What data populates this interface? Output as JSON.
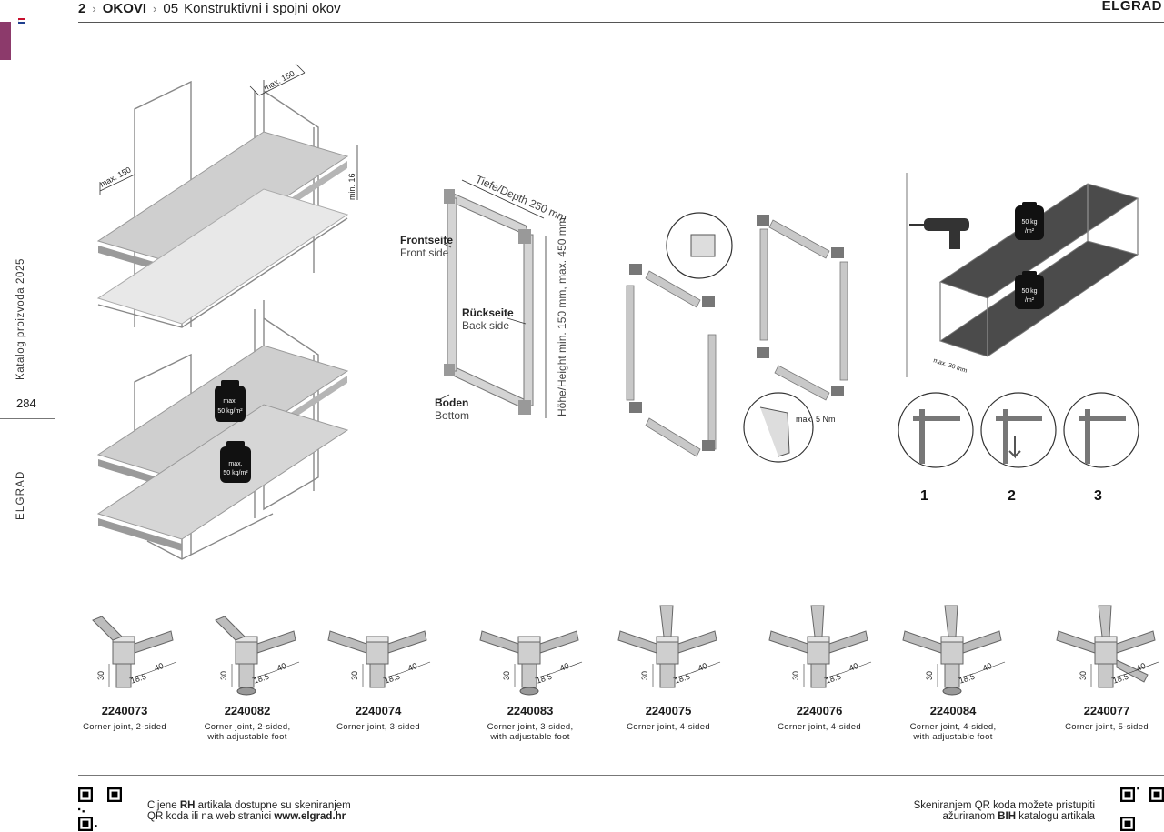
{
  "breadcrumb": {
    "page": "2",
    "section": "OKOVI",
    "sub_num": "05",
    "sub_title": "Konstruktivni i spojni okov"
  },
  "brand": "ELGRAD",
  "sidebar": {
    "catalog": "Katalog proizvoda 2025",
    "page_number": "284",
    "brand": "ELGRAD",
    "tab_color": "#8c3a6b"
  },
  "figures": {
    "shelf": {
      "dim_top": "max. 150",
      "dim_left": "max. 150",
      "dim_right": "min. 16",
      "load1": "max.",
      "load1b": "50 kg/m²",
      "load2": "max.",
      "load2b": "50 kg/m²"
    },
    "frame": {
      "depth": "Tiefe/Depth 250 mm",
      "height": "Höhe/Height min. 150 mm, max. 450 mm",
      "front_de": "Frontseite",
      "front_en": "Front side",
      "back_de": "Rückseite",
      "back_en": "Back side",
      "bottom_de": "Boden",
      "bottom_en": "Bottom"
    },
    "assembly": {
      "torque": "max. 5 Nm"
    },
    "table": {
      "load1": "50 kg",
      "load1b": "/m²",
      "load2": "50 kg",
      "load2b": "/m²",
      "dim": "max. 30 mm"
    },
    "steps": [
      "1",
      "2",
      "3"
    ]
  },
  "products": [
    {
      "code": "2240073",
      "desc": "Corner joint, 2-sided",
      "desc2": ""
    },
    {
      "code": "2240082",
      "desc": "Corner joint, 2-sided,",
      "desc2": "with adjustable foot"
    },
    {
      "code": "2240074",
      "desc": "Corner joint, 3-sided",
      "desc2": ""
    },
    {
      "code": "2240083",
      "desc": "Corner joint, 3-sided,",
      "desc2": "with adjustable foot"
    },
    {
      "code": "2240075",
      "desc": "Corner joint, 4-sided",
      "desc2": ""
    },
    {
      "code": "2240076",
      "desc": "Corner joint, 4-sided",
      "desc2": ""
    },
    {
      "code": "2240084",
      "desc": "Corner joint, 4-sided,",
      "desc2": "with adjustable foot"
    },
    {
      "code": "2240077",
      "desc": "Corner joint, 5-sided",
      "desc2": ""
    }
  ],
  "product_dims": {
    "a": "30",
    "b": "18.5",
    "c": "40"
  },
  "footer": {
    "left_1a": "Cijene ",
    "left_1b": "RH",
    "left_1c": " artikala dostupne su skeniranjem",
    "left_2a": "QR koda ili na web stranici ",
    "left_2b": "www.elgrad.hr",
    "right_1": "Skeniranjem QR koda možete pristupiti",
    "right_2a": "ažuriranom ",
    "right_2b": "BIH",
    "right_2c": " katalogu artikala"
  }
}
